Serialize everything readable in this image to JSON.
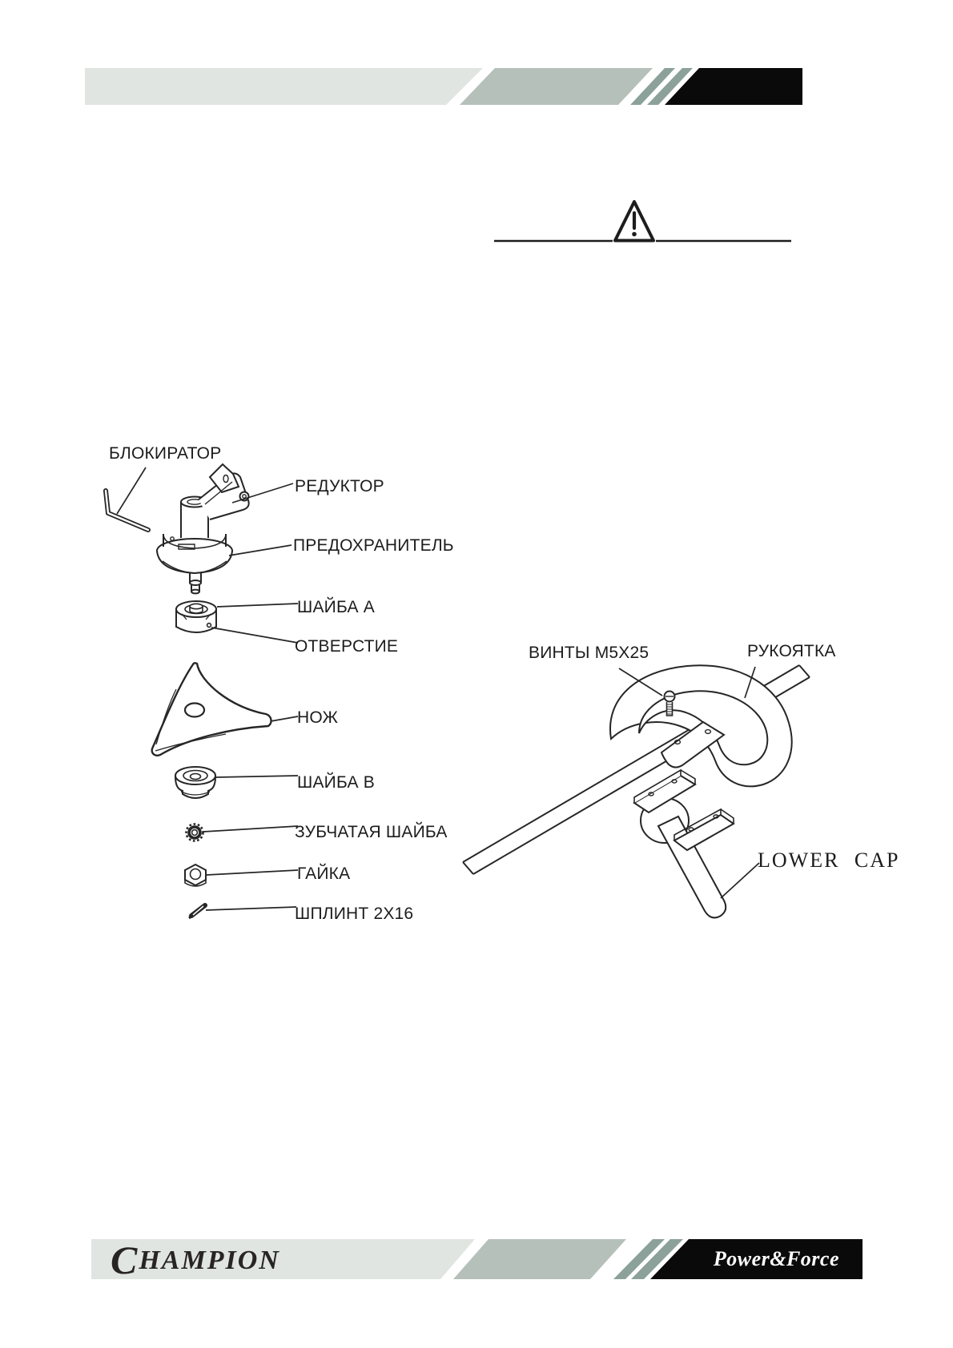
{
  "page_type": "manual-page",
  "colors": {
    "band_light": "#e0e5e1",
    "band_mid": "#b6c0ba",
    "band_stripe": "#8ba19a",
    "band_black": "#0a0a0a",
    "line_art": "#262626",
    "paper": "#ffffff"
  },
  "warning": {
    "mark": "!"
  },
  "diagram_left": {
    "labels": [
      {
        "id": "blokirator",
        "text": "БЛОКИРАТОР"
      },
      {
        "id": "reduktor",
        "text": "РЕДУКТОР"
      },
      {
        "id": "predohranitel",
        "text": "ПРЕДОХРАНИТЕЛЬ"
      },
      {
        "id": "shayba-a",
        "text": "ШАЙБА A"
      },
      {
        "id": "otverstie",
        "text": "ОТВЕРСТИЕ"
      },
      {
        "id": "nozh",
        "text": "НОЖ"
      },
      {
        "id": "shayba-b",
        "text": "ШАЙБА B"
      },
      {
        "id": "zubchataya-shayba",
        "text": "ЗУБЧАТАЯ ШАЙБА"
      },
      {
        "id": "gayka",
        "text": "ГАЙКА"
      },
      {
        "id": "shplint",
        "text": "ШПЛИНТ 2X16"
      }
    ]
  },
  "diagram_right": {
    "labels": [
      {
        "id": "vinty",
        "text": "ВИНТЫ M5X25"
      },
      {
        "id": "rukoyatka",
        "text": "РУКОЯТКА"
      },
      {
        "id": "lower-cap",
        "text": "LOWER CAP"
      }
    ]
  },
  "footer": {
    "brand_initial": "C",
    "brand_rest": "HAMPION",
    "tagline": "Power&Force"
  }
}
